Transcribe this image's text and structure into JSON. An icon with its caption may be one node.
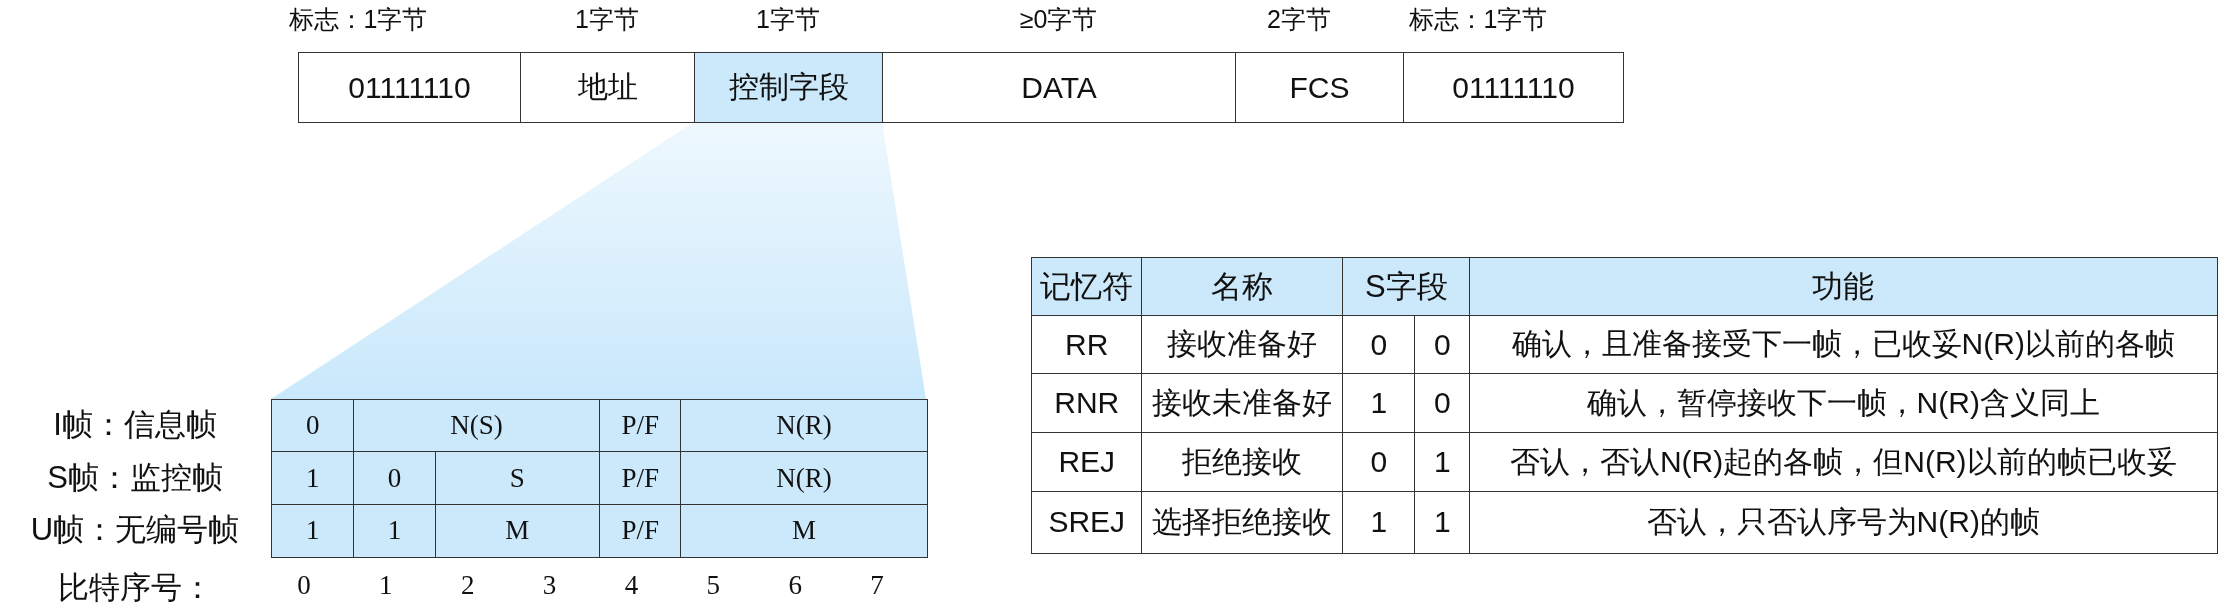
{
  "diagram": {
    "nodes": [
      {
        "text": [
          "01111110"
        ],
        "beside": [
          "标志：1字节"
        ]
      },
      {
        "text": [
          "地址"
        ],
        "beside": [
          "1字节"
        ]
      },
      {
        "text": [
          "控制字段"
        ],
        "beside": [
          "1字节"
        ]
      },
      {
        "text": [
          "DATA"
        ],
        "beside": [
          "≥0字节"
        ]
      },
      {
        "text": [
          "FCS"
        ],
        "beside": [
          "2字节"
        ]
      },
      {
        "text": [
          "01111110"
        ],
        "beside": [
          "标志：1字节"
        ]
      },
      {
        "text": [],
        "shape": "trapezoid"
      }
    ],
    "labels": [
      "I帧：信息帧",
      "0",
      "N(S)",
      "P/F",
      "N(R)",
      "S帧：监控帧",
      "1",
      "0",
      "S",
      "P/F",
      "N(R)",
      "U帧：无编号帧",
      "1",
      "1",
      "M",
      "P/F",
      "M",
      "比特序号：",
      "0",
      "1",
      "2",
      "3",
      "4",
      "5",
      "6",
      "7",
      "记忆符",
      "名称",
      "S字段",
      "功能",
      "RR",
      "接收准备好",
      "0",
      "0",
      "确认，且准备接受下一帧，已收妥N(R)以前的各帧",
      "RNR",
      "接收未准备好",
      "1",
      "0",
      "确认，暂停接收下一帧，N(R)含义同上",
      "REJ",
      "拒绝接收",
      "0",
      "1",
      "否认，否认N(R)起的各帧，但N(R)以前的帧已收妥",
      "SREJ",
      "选择拒绝接收",
      "1",
      "1",
      "否认，只否认序号为N(R)的帧"
    ]
  }
}
